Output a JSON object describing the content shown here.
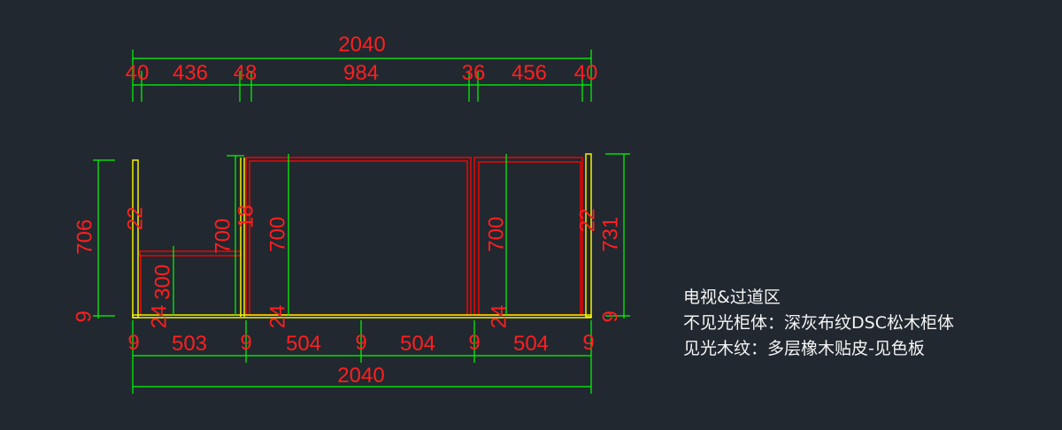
{
  "top_dims": {
    "overall": "2040",
    "segments": [
      "40",
      "436",
      "48",
      "984",
      "36",
      "456",
      "40"
    ]
  },
  "bottom_dims": {
    "overall": "2040",
    "segments": [
      "9",
      "503",
      "9",
      "504",
      "9",
      "504",
      "9",
      "504",
      "9"
    ]
  },
  "height_dims": {
    "left_total": "706",
    "left_base": "9",
    "left_panel_top": "22",
    "shelf_height": "300",
    "shelf_cabinet": "700",
    "divider_top": "18",
    "center_height": "700",
    "right_inner": "700",
    "right_panel_top": "22",
    "right_total": "731",
    "right_base": "9"
  },
  "small_labels": [
    "24",
    "24",
    "24"
  ],
  "notes": {
    "title": "电视&过道区",
    "line1": "不见光柜体：深灰布纹DSC松木柜体",
    "line2": "见光木纹：多层橡木贴皮-见色板"
  },
  "colors": {
    "background": "#212830",
    "dimension_line": "#00ff00",
    "dimension_text": "#ff1f1f",
    "panel_yellow": "#ffff00",
    "panel_red": "#ff0000",
    "note_text": "#f4f4f4"
  }
}
